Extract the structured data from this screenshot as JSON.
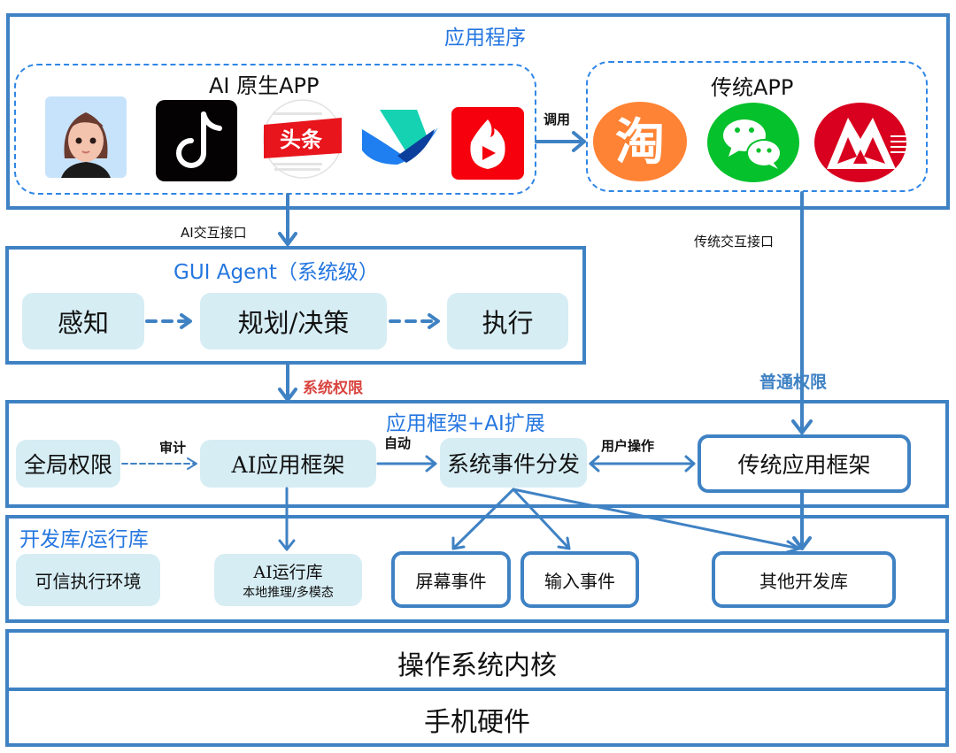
{
  "app_layer": {
    "title": "应用程序",
    "ai_native_group": {
      "title": "AI 原生APP",
      "apps": [
        {
          "name": "avatar-assistant",
          "icon": "cartoon-girl-icon"
        },
        {
          "name": "douyin",
          "icon": "tiktok-note-icon"
        },
        {
          "name": "toutiao",
          "icon": "toutiao-icon",
          "text": "头条"
        },
        {
          "name": "feishu-bird",
          "icon": "bird-icon"
        },
        {
          "name": "huoshan",
          "icon": "flame-play-icon"
        }
      ]
    },
    "call_label": "调用",
    "traditional_group": {
      "title": "传统APP",
      "apps": [
        {
          "name": "taobao",
          "icon": "taobao-icon",
          "text": "淘"
        },
        {
          "name": "wechat",
          "icon": "wechat-icon"
        },
        {
          "name": "cmb",
          "icon": "bank-logo-icon"
        }
      ]
    }
  },
  "connectors": {
    "ai_interface": "AI交互接口",
    "traditional_interface": "传统交互接口",
    "system_permission": "系统权限",
    "normal_permission": "普通权限",
    "audit": "审计",
    "auto": "自动",
    "user_operation": "用户操作"
  },
  "gui_agent": {
    "title": "GUI Agent（系统级）",
    "steps": [
      "感知",
      "规划/决策",
      "执行"
    ]
  },
  "framework_layer": {
    "title": "应用框架+AI扩展",
    "global_permission": "全局权限",
    "ai_framework": "AI应用框架",
    "event_dispatch": "系统事件分发",
    "traditional_framework": "传统应用框架"
  },
  "library_layer": {
    "title": "开发库/运行库",
    "tee": "可信执行环境",
    "ai_runtime": {
      "title": "AI运行库",
      "subtitle": "本地推理/多模态"
    },
    "screen_event": "屏幕事件",
    "input_event": "输入事件",
    "other_libs": "其他开发库"
  },
  "kernel_layer": {
    "title": "操作系统内核"
  },
  "hardware_layer": {
    "title": "手机硬件"
  },
  "colors": {
    "border_blue": "#3f82c4",
    "title_blue": "#2476e0",
    "pill_fill": "#d6edf4",
    "warning_red": "#d9443f"
  }
}
